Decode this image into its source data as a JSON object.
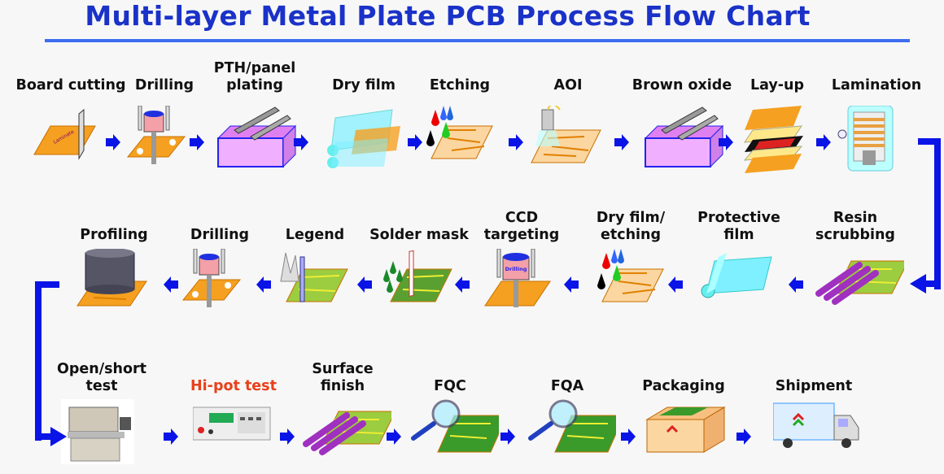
{
  "title": "Multi-layer Metal Plate PCB Process Flow Chart",
  "colors": {
    "title": "#1a32c8",
    "arrow": "#0a14e6",
    "highlight_label": "#e8401a",
    "board": "#f5a020"
  },
  "rows": [
    {
      "direction": "left-to-right",
      "steps": [
        {
          "label": "Board cutting",
          "icon": "board-cutting-icon"
        },
        {
          "label": "Drilling",
          "icon": "drill-icon"
        },
        {
          "label": "PTH/panel\nplating",
          "icon": "plating-tank-icon"
        },
        {
          "label": "Dry film",
          "icon": "dry-film-icon"
        },
        {
          "label": "Etching",
          "icon": "etching-icon"
        },
        {
          "label": "AOI",
          "icon": "aoi-camera-icon"
        },
        {
          "label": "Brown oxide",
          "icon": "plating-tank-icon"
        },
        {
          "label": "Lay-up",
          "icon": "layup-stack-icon"
        },
        {
          "label": "Lamination",
          "icon": "lamination-press-icon"
        }
      ]
    },
    {
      "direction": "right-to-left",
      "steps": [
        {
          "label": "Resin\nscrubbing",
          "icon": "scrubbing-rollers-icon"
        },
        {
          "label": "Protective\nfilm",
          "icon": "protective-film-icon"
        },
        {
          "label": "Dry film/\netching",
          "icon": "etching-icon"
        },
        {
          "label": "CCD\ntargeting",
          "icon": "ccd-drill-icon"
        },
        {
          "label": "Solder mask",
          "icon": "solder-mask-icon"
        },
        {
          "label": "Legend",
          "icon": "legend-print-icon"
        },
        {
          "label": "Drilling",
          "icon": "drill-icon"
        },
        {
          "label": "Profiling",
          "icon": "profiling-icon"
        }
      ]
    },
    {
      "direction": "left-to-right",
      "steps": [
        {
          "label": "Open/short\ntest",
          "icon": "test-machine-icon"
        },
        {
          "label": "Hi-pot test",
          "icon": "hipot-tester-icon",
          "highlight": true
        },
        {
          "label": "Surface\nfinish",
          "icon": "scrubbing-rollers-icon"
        },
        {
          "label": "FQC",
          "icon": "magnifier-icon"
        },
        {
          "label": "FQA",
          "icon": "magnifier-icon"
        },
        {
          "label": "Packaging",
          "icon": "package-box-icon"
        },
        {
          "label": "Shipment",
          "icon": "truck-icon"
        }
      ]
    }
  ]
}
